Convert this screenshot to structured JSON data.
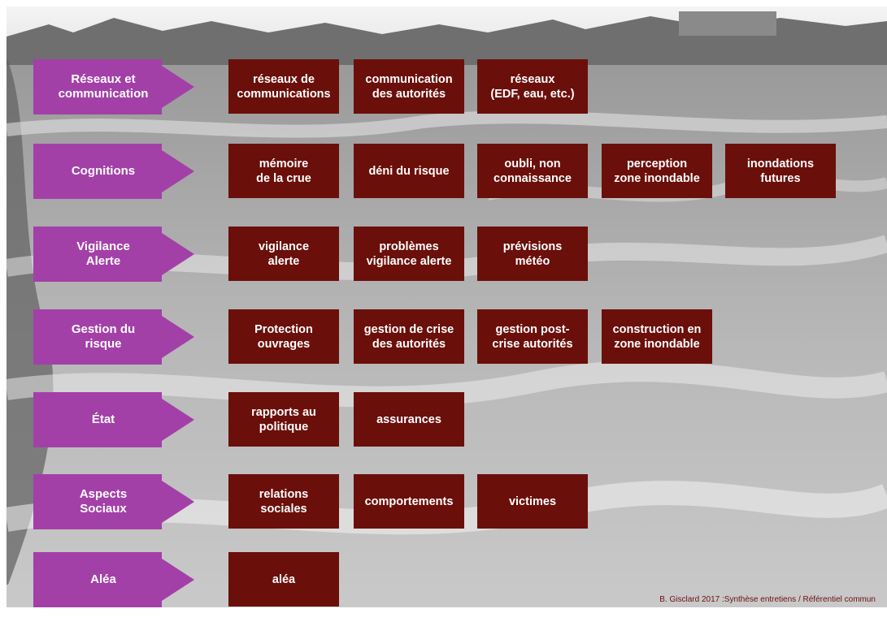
{
  "rows": [
    {
      "category": "Réseaux et\ncommunication",
      "items": [
        "réseaux de\ncommunications",
        "communication\ndes autorités",
        "réseaux\n(EDF, eau, etc.)"
      ]
    },
    {
      "category": "Cognitions",
      "items": [
        "mémoire\nde la crue",
        "déni du risque",
        "oubli, non\nconnaissance",
        "perception\nzone inondable",
        "inondations\nfutures"
      ]
    },
    {
      "category": "Vigilance\nAlerte",
      "items": [
        "vigilance\nalerte",
        "problèmes\nvigilance alerte",
        "prévisions\nmétéo"
      ]
    },
    {
      "category": "Gestion du\nrisque",
      "items": [
        "Protection\nouvrages",
        "gestion de crise\ndes autorités",
        "gestion post-\ncrise autorités",
        "construction en\nzone inondable"
      ]
    },
    {
      "category": "État",
      "items": [
        "rapports au\npolitique",
        "assurances"
      ]
    },
    {
      "category": "Aspects\nSociaux",
      "items": [
        "relations\nsociales",
        "comportements",
        "victimes"
      ]
    },
    {
      "category": "Aléa",
      "items": [
        "aléa"
      ]
    }
  ],
  "credit": "B. Gisclard 2017 :Synthèse entretiens / Référentiel commun",
  "colors": {
    "arrow": "#a340a8",
    "box": "#6b0f0a"
  }
}
